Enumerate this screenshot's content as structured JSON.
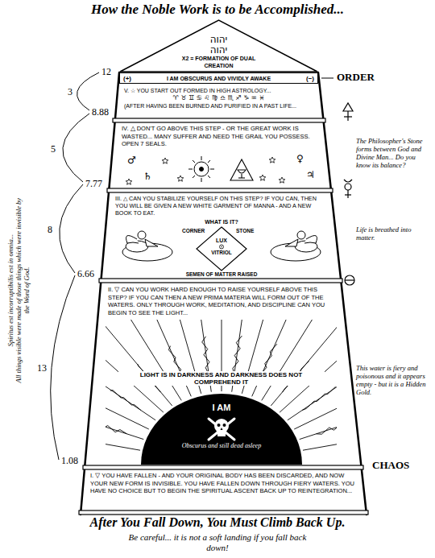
{
  "diagram": {
    "title": "How the Noble Work is to be Accomplished...",
    "caption": "After You Fall Down, You Must Climb Back Up.",
    "nodes": [
      {
        "text": [
          "יהוה",
          "יהוה",
          "X2 = FORMATION OF DUAL CREATION"
        ]
      },
      {
        "text": [
          "(+)",
          "I AM OBSCURUS AND VIVIDLY AWAKE",
          "(−)"
        ]
      },
      {
        "text": [
          "V. ☆ YOU START OUT FORMED IN HIGH ASTROLOGY...",
          "♈ ♉ ♊ ♋ ♌ ♍ ♎ ♏ ♐ ♑ ♒ ♓",
          "(AFTER HAVING BEEN BURNED AND PURIFIED IN A PAST LIFE..."
        ]
      },
      {
        "text": [
          "IV. △ DON'T GO ABOVE THIS STEP - OR THE GREAT WORK IS WASTED... MANY SUFFER AND NEED THE GRAIL YOU POSSESS. OPEN 7 SEALS."
        ]
      },
      {
        "text": [
          "III. △ CAN YOU STABILIZE YOURSELF ON THIS STEP? IF YOU CAN, THEN YOU WILL BE GIVEN A NEW WHITE GARMENT OF MANNA - AND A NEW BOOK TO EAT."
        ]
      },
      {
        "text": [
          "LUX",
          "VITRIOL"
        ],
        "in": 4
      },
      {
        "text": [
          "II. ▽ CAN YOU WORK HARD ENOUGH TO RAISE YOURSELF ABOVE THIS STEP? IF YOU CAN THEN A NEW PRIMA MATERIA WILL FORM OUT OF THE WATERS. ONLY THROUGH WORK, MEDITATION, AND DISCIPLINE CAN YOU BEGIN TO SEE THE LIGHT...",
          "LIGHT IS IN DARKNESS AND DARKNESS DOES NOT COMPREHEND IT"
        ]
      },
      {
        "text": [
          "I AM",
          "Obscurus and still dead asleep"
        ],
        "in": 6
      },
      {
        "text": [
          "I. ▽ YOU HAVE FALLEN - AND YOUR ORIGINAL BODY HAS BEEN DISCARDED, AND NOW YOUR NEW FORM IS INVISIBLE. YOU HAVE FALLEN DOWN THROUGH FIERY WATERS. YOU HAVE NO CHOICE BUT TO BEGIN THE SPIRITUAL ASCENT BACK UP TO REINTEGRATION..."
        ]
      }
    ],
    "labels": [
      "12",
      "3",
      "8.88",
      "5",
      "7.77",
      "8",
      "6.66",
      "13",
      "1.08",
      "ORDER",
      "CHAOS",
      "Spiritus est incorruptibilis est in omnia...",
      "All things visible were made of those things which were invisible by the Word of God.",
      "The Philosopher's Stone forms between God and Divine Man... Do you know its balance?",
      "Life is breathed into matter.",
      "This water is fiery and poisonous and it appears empty - but it is a Hidden Gold.",
      "♂",
      "♄",
      "♀",
      "♃",
      "WHAT IS IT?",
      "CORNER",
      "STONE",
      "SEMEN OF MATTER RAISED",
      "Be careful... it is not a soft landing if you fall back down!"
    ]
  }
}
